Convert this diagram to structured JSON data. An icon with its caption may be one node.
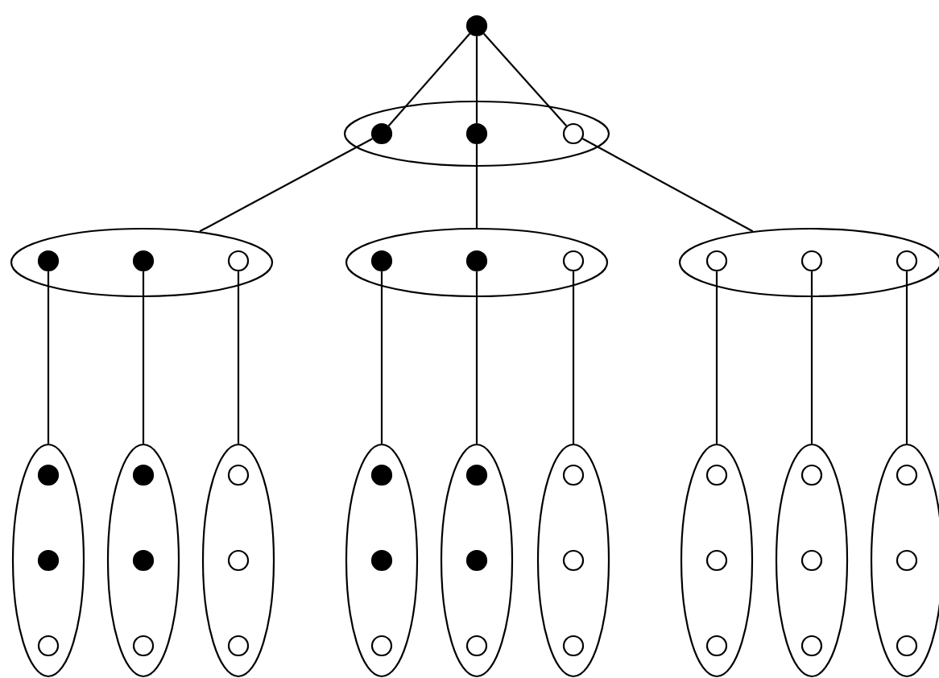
{
  "diagram": {
    "nodes": [
      {
        "text": [],
        "shape": "dot"
      },
      {
        "text": [],
        "shape": "ellipse"
      },
      {
        "text": [],
        "shape": "dot",
        "in": 1
      },
      {
        "text": [],
        "shape": "dot",
        "in": 1
      },
      {
        "text": [],
        "shape": "circle",
        "in": 1
      },
      {
        "text": [],
        "shape": "ellipse"
      },
      {
        "text": [],
        "shape": "dot",
        "in": 5
      },
      {
        "text": [],
        "shape": "dot",
        "in": 5
      },
      {
        "text": [],
        "shape": "circle",
        "in": 5
      },
      {
        "text": [],
        "shape": "ellipse"
      },
      {
        "text": [],
        "shape": "dot",
        "in": 9
      },
      {
        "text": [],
        "shape": "dot",
        "in": 9
      },
      {
        "text": [],
        "shape": "circle",
        "in": 9
      },
      {
        "text": [],
        "shape": "ellipse"
      },
      {
        "text": [],
        "shape": "circle",
        "in": 13
      },
      {
        "text": [],
        "shape": "circle",
        "in": 13
      },
      {
        "text": [],
        "shape": "circle",
        "in": 13
      },
      {
        "text": [],
        "shape": "ellipse"
      },
      {
        "text": [],
        "shape": "dot",
        "in": 17
      },
      {
        "text": [],
        "shape": "dot",
        "in": 17
      },
      {
        "text": [],
        "shape": "circle",
        "in": 17
      },
      {
        "text": [],
        "shape": "ellipse"
      },
      {
        "text": [],
        "shape": "dot",
        "in": 21
      },
      {
        "text": [],
        "shape": "dot",
        "in": 21
      },
      {
        "text": [],
        "shape": "circle",
        "in": 21
      },
      {
        "text": [],
        "shape": "ellipse"
      },
      {
        "text": [],
        "shape": "circle",
        "in": 25
      },
      {
        "text": [],
        "shape": "circle",
        "in": 25
      },
      {
        "text": [],
        "shape": "circle",
        "in": 25
      },
      {
        "text": [],
        "shape": "ellipse"
      },
      {
        "text": [],
        "shape": "dot",
        "in": 29
      },
      {
        "text": [],
        "shape": "dot",
        "in": 29
      },
      {
        "text": [],
        "shape": "circle",
        "in": 29
      },
      {
        "text": [],
        "shape": "ellipse"
      },
      {
        "text": [],
        "shape": "dot",
        "in": 33
      },
      {
        "text": [],
        "shape": "dot",
        "in": 33
      },
      {
        "text": [],
        "shape": "circle",
        "in": 33
      },
      {
        "text": [],
        "shape": "ellipse"
      },
      {
        "text": [],
        "shape": "circle",
        "in": 37
      },
      {
        "text": [],
        "shape": "circle",
        "in": 37
      },
      {
        "text": [],
        "shape": "circle",
        "in": 37
      },
      {
        "text": [],
        "shape": "ellipse"
      },
      {
        "text": [],
        "shape": "circle",
        "in": 41
      },
      {
        "text": [],
        "shape": "circle",
        "in": 41
      },
      {
        "text": [],
        "shape": "circle",
        "in": 41
      },
      {
        "text": [],
        "shape": "ellipse"
      },
      {
        "text": [],
        "shape": "circle",
        "in": 45
      },
      {
        "text": [],
        "shape": "circle",
        "in": 45
      },
      {
        "text": [],
        "shape": "circle",
        "in": 45
      },
      {
        "text": [],
        "shape": "ellipse"
      },
      {
        "text": [],
        "shape": "circle",
        "in": 49
      },
      {
        "text": [],
        "shape": "circle",
        "in": 49
      },
      {
        "text": [],
        "shape": "circle",
        "in": 49
      }
    ],
    "edges": [
      {
        "from": 0,
        "to": 2,
        "arrow": "none"
      },
      {
        "from": 0,
        "to": 3,
        "arrow": "none"
      },
      {
        "from": 0,
        "to": 4,
        "arrow": "none"
      },
      {
        "from": 2,
        "to": 5,
        "arrow": "none"
      },
      {
        "from": 3,
        "to": 9,
        "arrow": "none"
      },
      {
        "from": 4,
        "to": 13,
        "arrow": "none"
      },
      {
        "from": 6,
        "to": 17,
        "arrow": "none"
      },
      {
        "from": 7,
        "to": 21,
        "arrow": "none"
      },
      {
        "from": 8,
        "to": 25,
        "arrow": "none"
      },
      {
        "from": 10,
        "to": 29,
        "arrow": "none"
      },
      {
        "from": 11,
        "to": 33,
        "arrow": "none"
      },
      {
        "from": 12,
        "to": 37,
        "arrow": "none"
      },
      {
        "from": 14,
        "to": 41,
        "arrow": "none"
      },
      {
        "from": 15,
        "to": 45,
        "arrow": "none"
      },
      {
        "from": 16,
        "to": 49,
        "arrow": "none"
      }
    ]
  }
}
